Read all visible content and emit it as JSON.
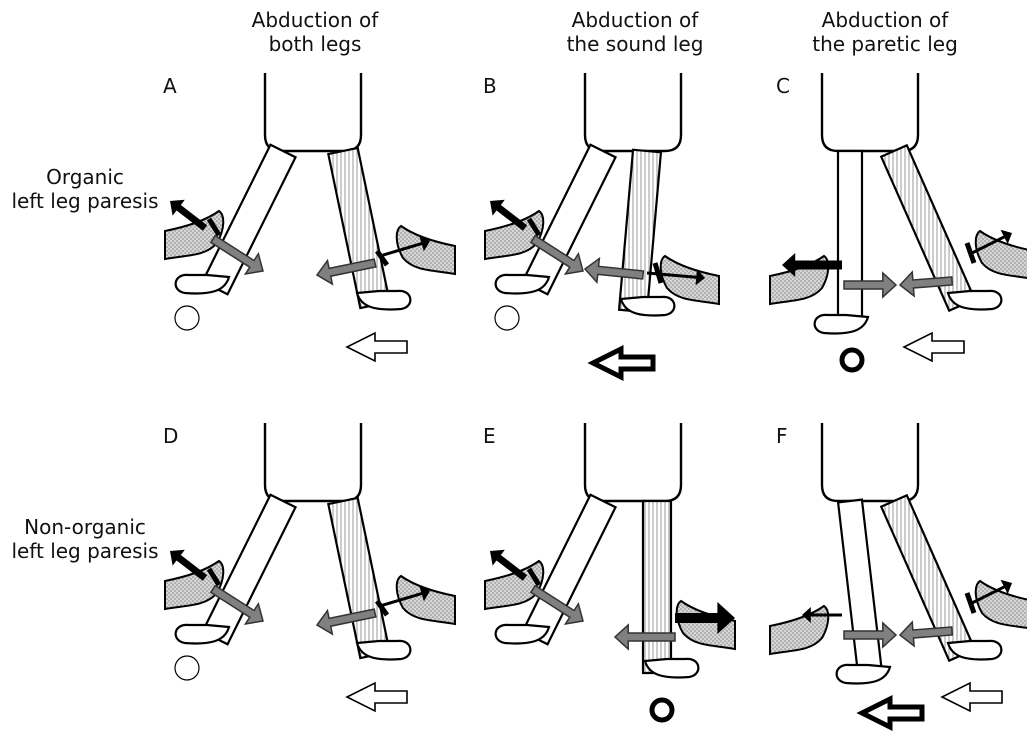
{
  "columns": [
    {
      "line1": "Abduction of",
      "line2": "both legs"
    },
    {
      "line1": "Abduction of",
      "line2": "the sound leg"
    },
    {
      "line1": "Abduction of",
      "line2": "the paretic leg"
    }
  ],
  "rows": [
    {
      "line1": "Organic",
      "line2": "left leg paresis"
    },
    {
      "line1": "Non-organic",
      "line2": "left leg paresis"
    }
  ],
  "panels": [
    {
      "letter": "A",
      "variant": "both",
      "circle": "thin",
      "bigArrow": "open-left"
    },
    {
      "letter": "B",
      "variant": "sound",
      "circle": "thin",
      "bigArrow": "bold-left"
    },
    {
      "letter": "C",
      "variant": "paretic-organic",
      "circle": "bold",
      "bigArrow": "open-left"
    },
    {
      "letter": "D",
      "variant": "both",
      "circle": "thin",
      "bigArrow": "open-left"
    },
    {
      "letter": "E",
      "variant": "sound-nonorganic",
      "circle": "bold",
      "bigArrow": "none"
    },
    {
      "letter": "F",
      "variant": "paretic-nonorganic",
      "circle": "none",
      "bigArrow": "bold-right+open-left"
    }
  ],
  "colors": {
    "ink": "#000000",
    "gray": "#808080",
    "hatch": "#bfbfbf",
    "dots": "#9a9a9a"
  }
}
